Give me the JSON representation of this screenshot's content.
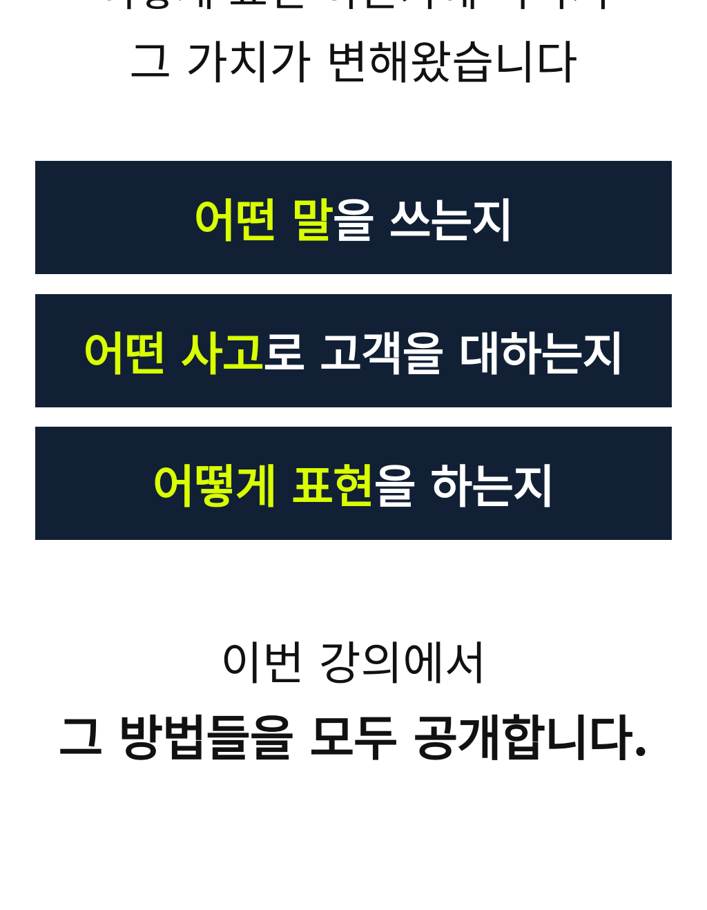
{
  "header": {
    "cut_line": "어떻게 표현 하는가에 따라서",
    "title": "그 가치가 변해왔습니다"
  },
  "boxes": [
    {
      "highlight": "어떤 말",
      "rest": "을 쓰는지"
    },
    {
      "highlight": "어떤 사고",
      "rest": "로 고객을 대하는지"
    },
    {
      "highlight": "어떻게 표현",
      "rest": "을 하는지"
    }
  ],
  "footer": {
    "line1": "이번 강의에서",
    "line2": "그 방법들을 모두 공개합니다."
  },
  "colors": {
    "box_bg": "#112035",
    "highlight": "#d9ff00",
    "text": "#ffffff"
  }
}
